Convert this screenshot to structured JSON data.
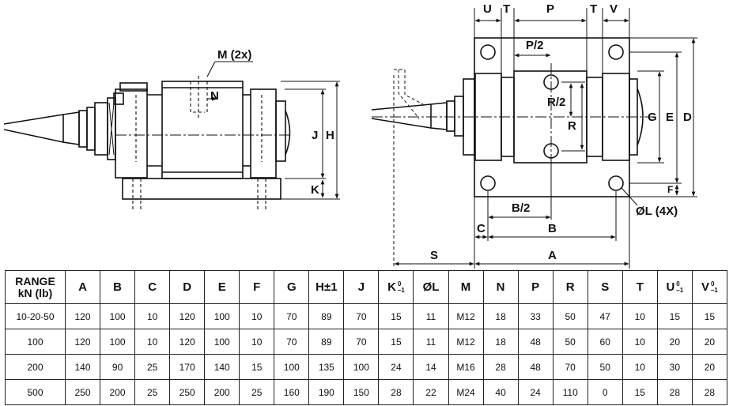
{
  "drawing": {
    "side_view": {
      "labels": {
        "M": "M (2x)",
        "N": "N",
        "J": "J",
        "H": "H",
        "K": "K"
      }
    },
    "top_view": {
      "labels": {
        "U": "U",
        "T1": "T",
        "P": "P",
        "T2": "T",
        "V": "V",
        "P2": "P/2",
        "R2": "R/2",
        "R": "R",
        "G": "G",
        "E": "E",
        "D": "D",
        "F": "F",
        "B2": "B/2",
        "OL": "ØL (4X)",
        "C": "C",
        "B": "B",
        "S": "S",
        "A": "A"
      }
    }
  },
  "table": {
    "header_range_line1": "RANGE",
    "header_range_line2": "kN (lb)",
    "tolerance_upper": "0",
    "tolerance_lower": "–1",
    "columns": [
      "A",
      "B",
      "C",
      "D",
      "E",
      "F",
      "G",
      "H±1",
      "J",
      "K",
      "ØL",
      "M",
      "N",
      "P",
      "R",
      "S",
      "T",
      "U",
      "V"
    ],
    "rows": [
      [
        "10-20-50",
        "120",
        "100",
        "10",
        "120",
        "100",
        "10",
        "70",
        "89",
        "70",
        "15",
        "11",
        "M12",
        "18",
        "33",
        "50",
        "47",
        "10",
        "15",
        "15"
      ],
      [
        "100",
        "120",
        "100",
        "10",
        "120",
        "100",
        "10",
        "70",
        "89",
        "70",
        "15",
        "11",
        "M12",
        "18",
        "48",
        "50",
        "60",
        "10",
        "20",
        "20"
      ],
      [
        "200",
        "140",
        "90",
        "25",
        "170",
        "140",
        "15",
        "100",
        "135",
        "100",
        "24",
        "14",
        "M16",
        "28",
        "48",
        "70",
        "50",
        "10",
        "30",
        "20"
      ],
      [
        "500",
        "250",
        "200",
        "25",
        "250",
        "200",
        "25",
        "160",
        "190",
        "150",
        "28",
        "22",
        "M24",
        "40",
        "24",
        "110",
        "0",
        "15",
        "28",
        "28"
      ]
    ]
  }
}
